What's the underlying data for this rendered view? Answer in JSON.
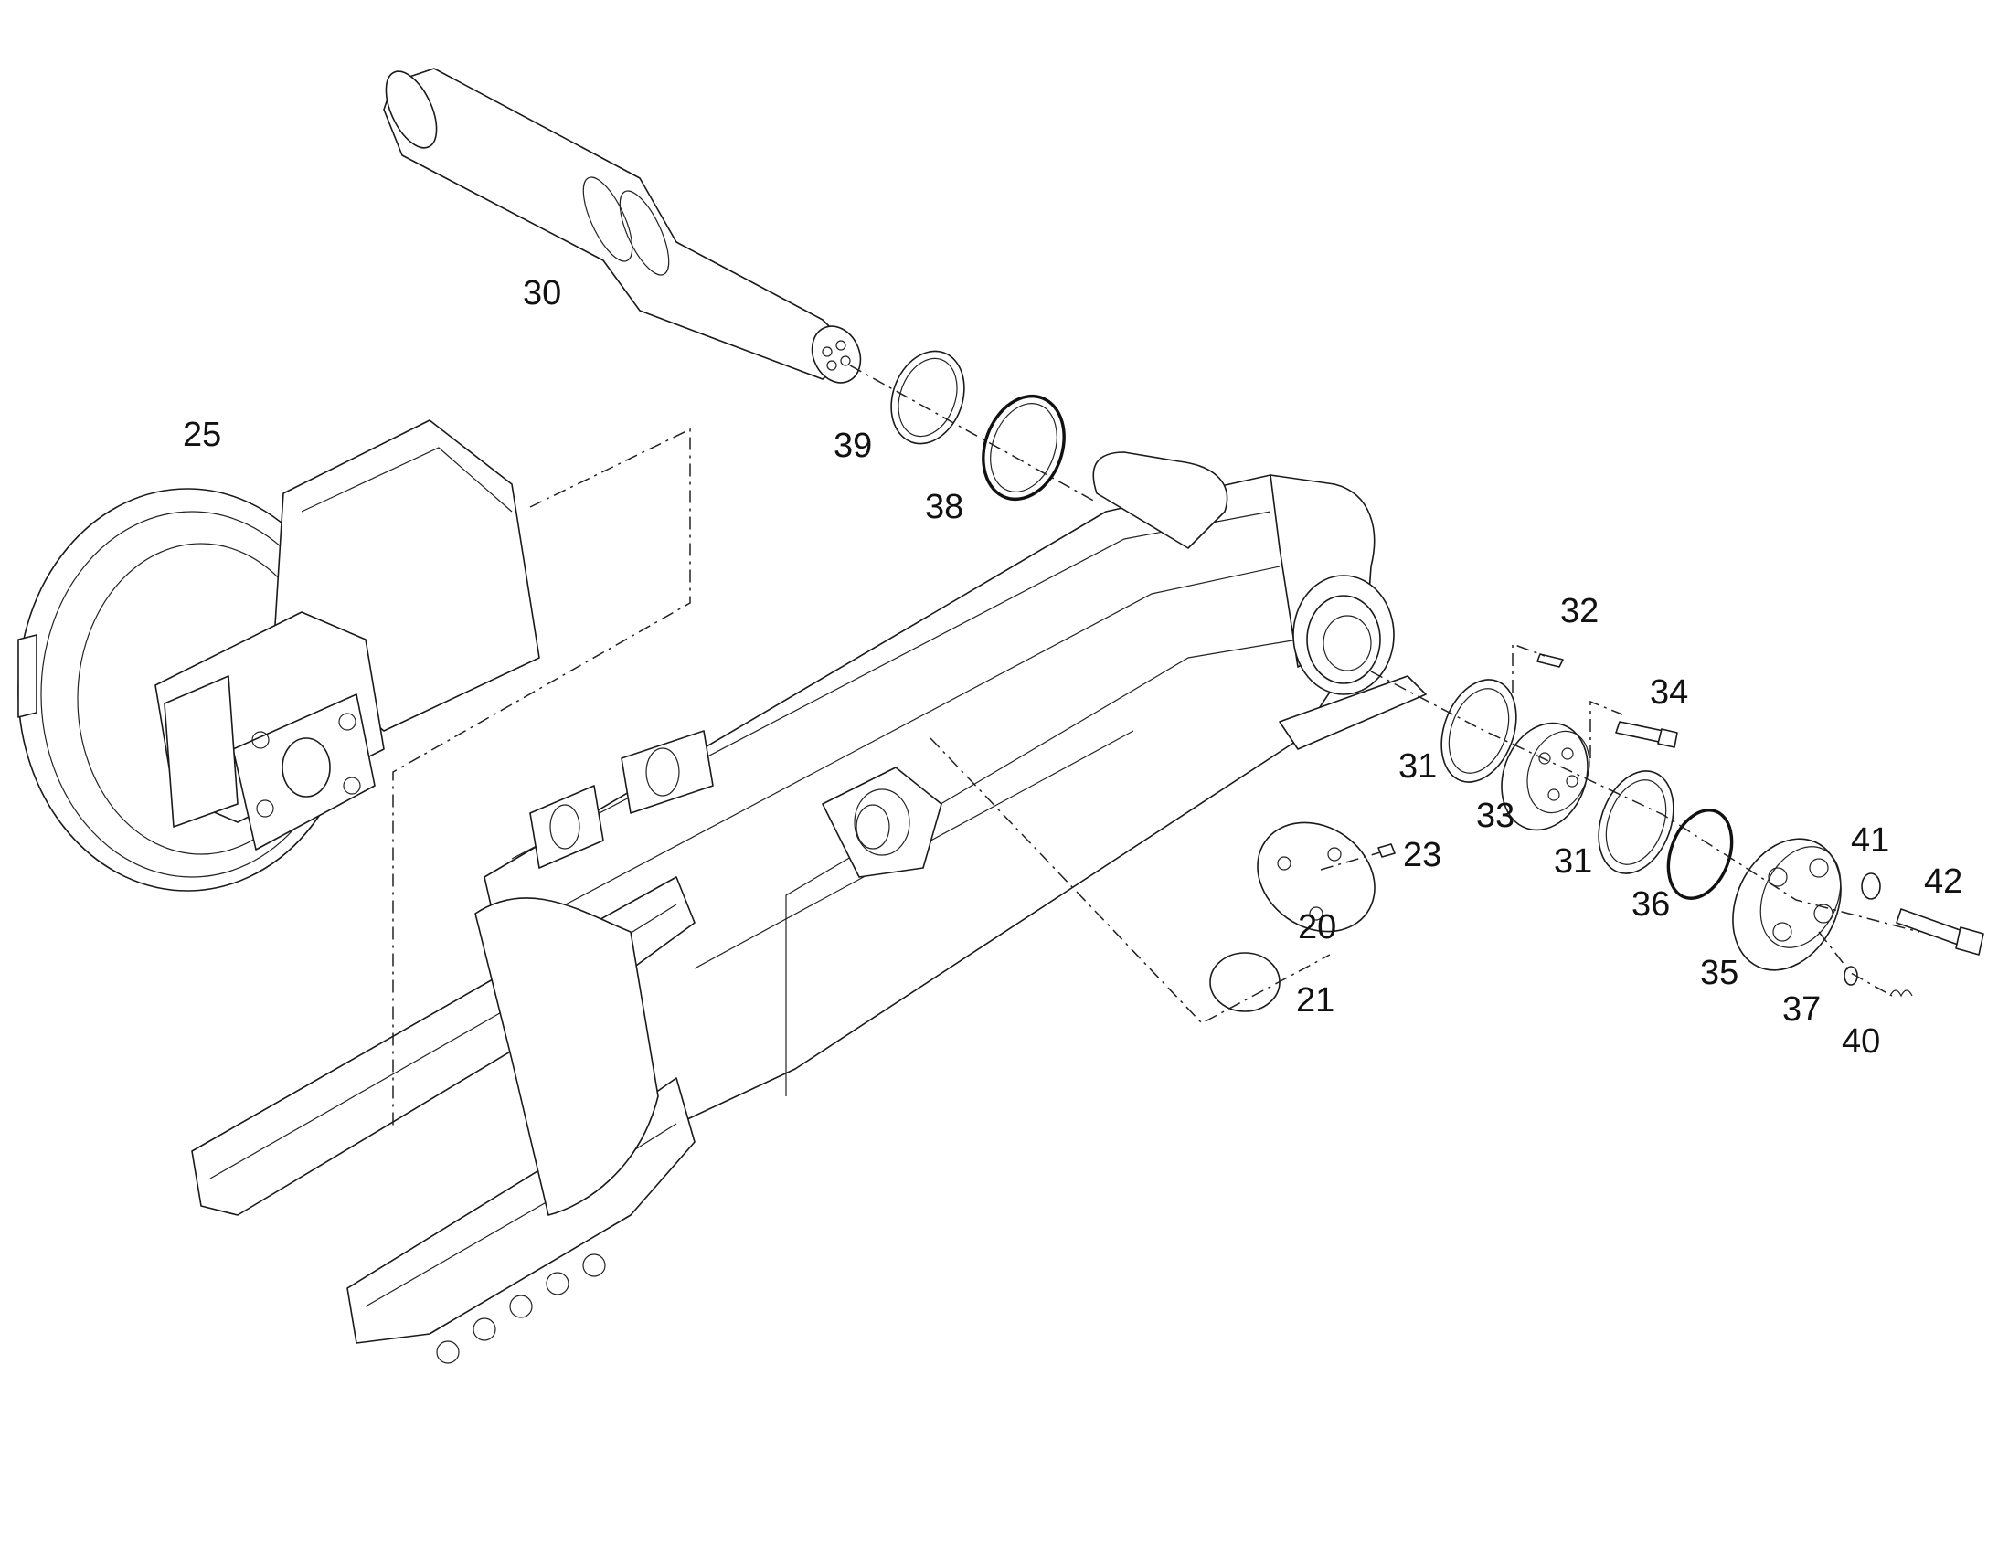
{
  "diagram": {
    "callouts": [
      {
        "id": "20",
        "text": "20"
      },
      {
        "id": "21",
        "text": "21"
      },
      {
        "id": "23",
        "text": "23"
      },
      {
        "id": "25",
        "text": "25"
      },
      {
        "id": "30",
        "text": "30"
      },
      {
        "id": "31a",
        "text": "31"
      },
      {
        "id": "31b",
        "text": "31"
      },
      {
        "id": "32",
        "text": "32"
      },
      {
        "id": "33",
        "text": "33"
      },
      {
        "id": "34",
        "text": "34"
      },
      {
        "id": "35",
        "text": "35"
      },
      {
        "id": "36",
        "text": "36"
      },
      {
        "id": "37",
        "text": "37"
      },
      {
        "id": "38",
        "text": "38"
      },
      {
        "id": "39",
        "text": "39"
      },
      {
        "id": "40",
        "text": "40"
      },
      {
        "id": "41",
        "text": "41"
      },
      {
        "id": "42",
        "text": "42"
      }
    ],
    "colors": {
      "line": "#1a1a1a",
      "background": "#ffffff"
    }
  }
}
